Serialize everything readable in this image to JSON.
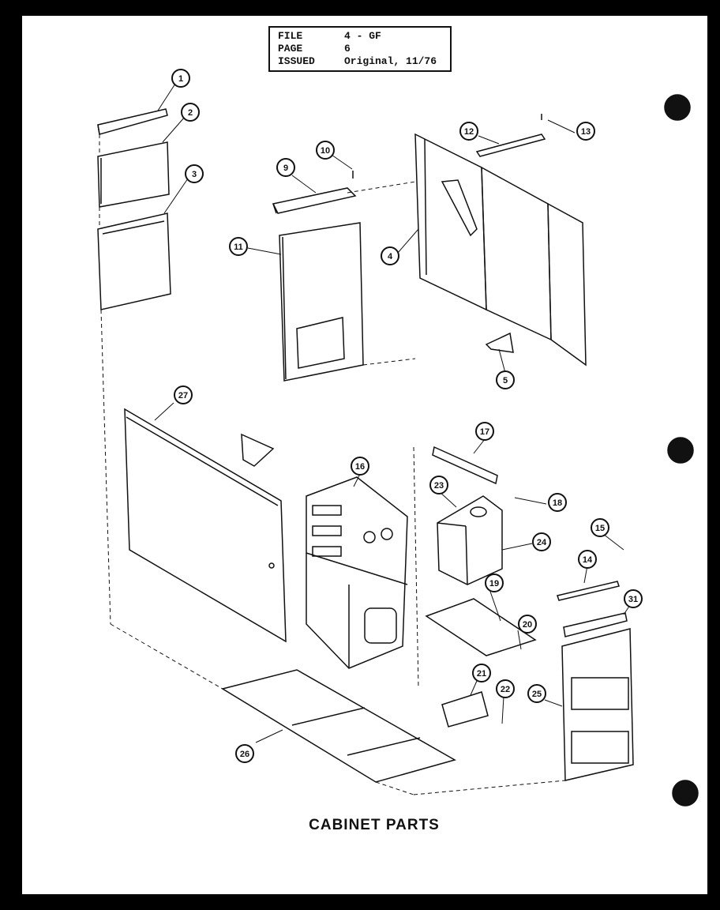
{
  "header": {
    "rows": [
      {
        "label": "FILE",
        "value": "4 - GF"
      },
      {
        "label": "PAGE",
        "value": "6"
      },
      {
        "label": "ISSUED",
        "value": "Original, 11/76"
      }
    ]
  },
  "caption": "CABINET PARTS",
  "callouts": [
    "1",
    "2",
    "3",
    "4",
    "5",
    "9",
    "10",
    "11",
    "12",
    "13",
    "14",
    "15",
    "16",
    "17",
    "18",
    "19",
    "20",
    "21",
    "22",
    "23",
    "24",
    "25",
    "26",
    "27",
    "31"
  ],
  "colors": {
    "ink": "#111111",
    "paper": "#ffffff",
    "border": "#000000"
  }
}
